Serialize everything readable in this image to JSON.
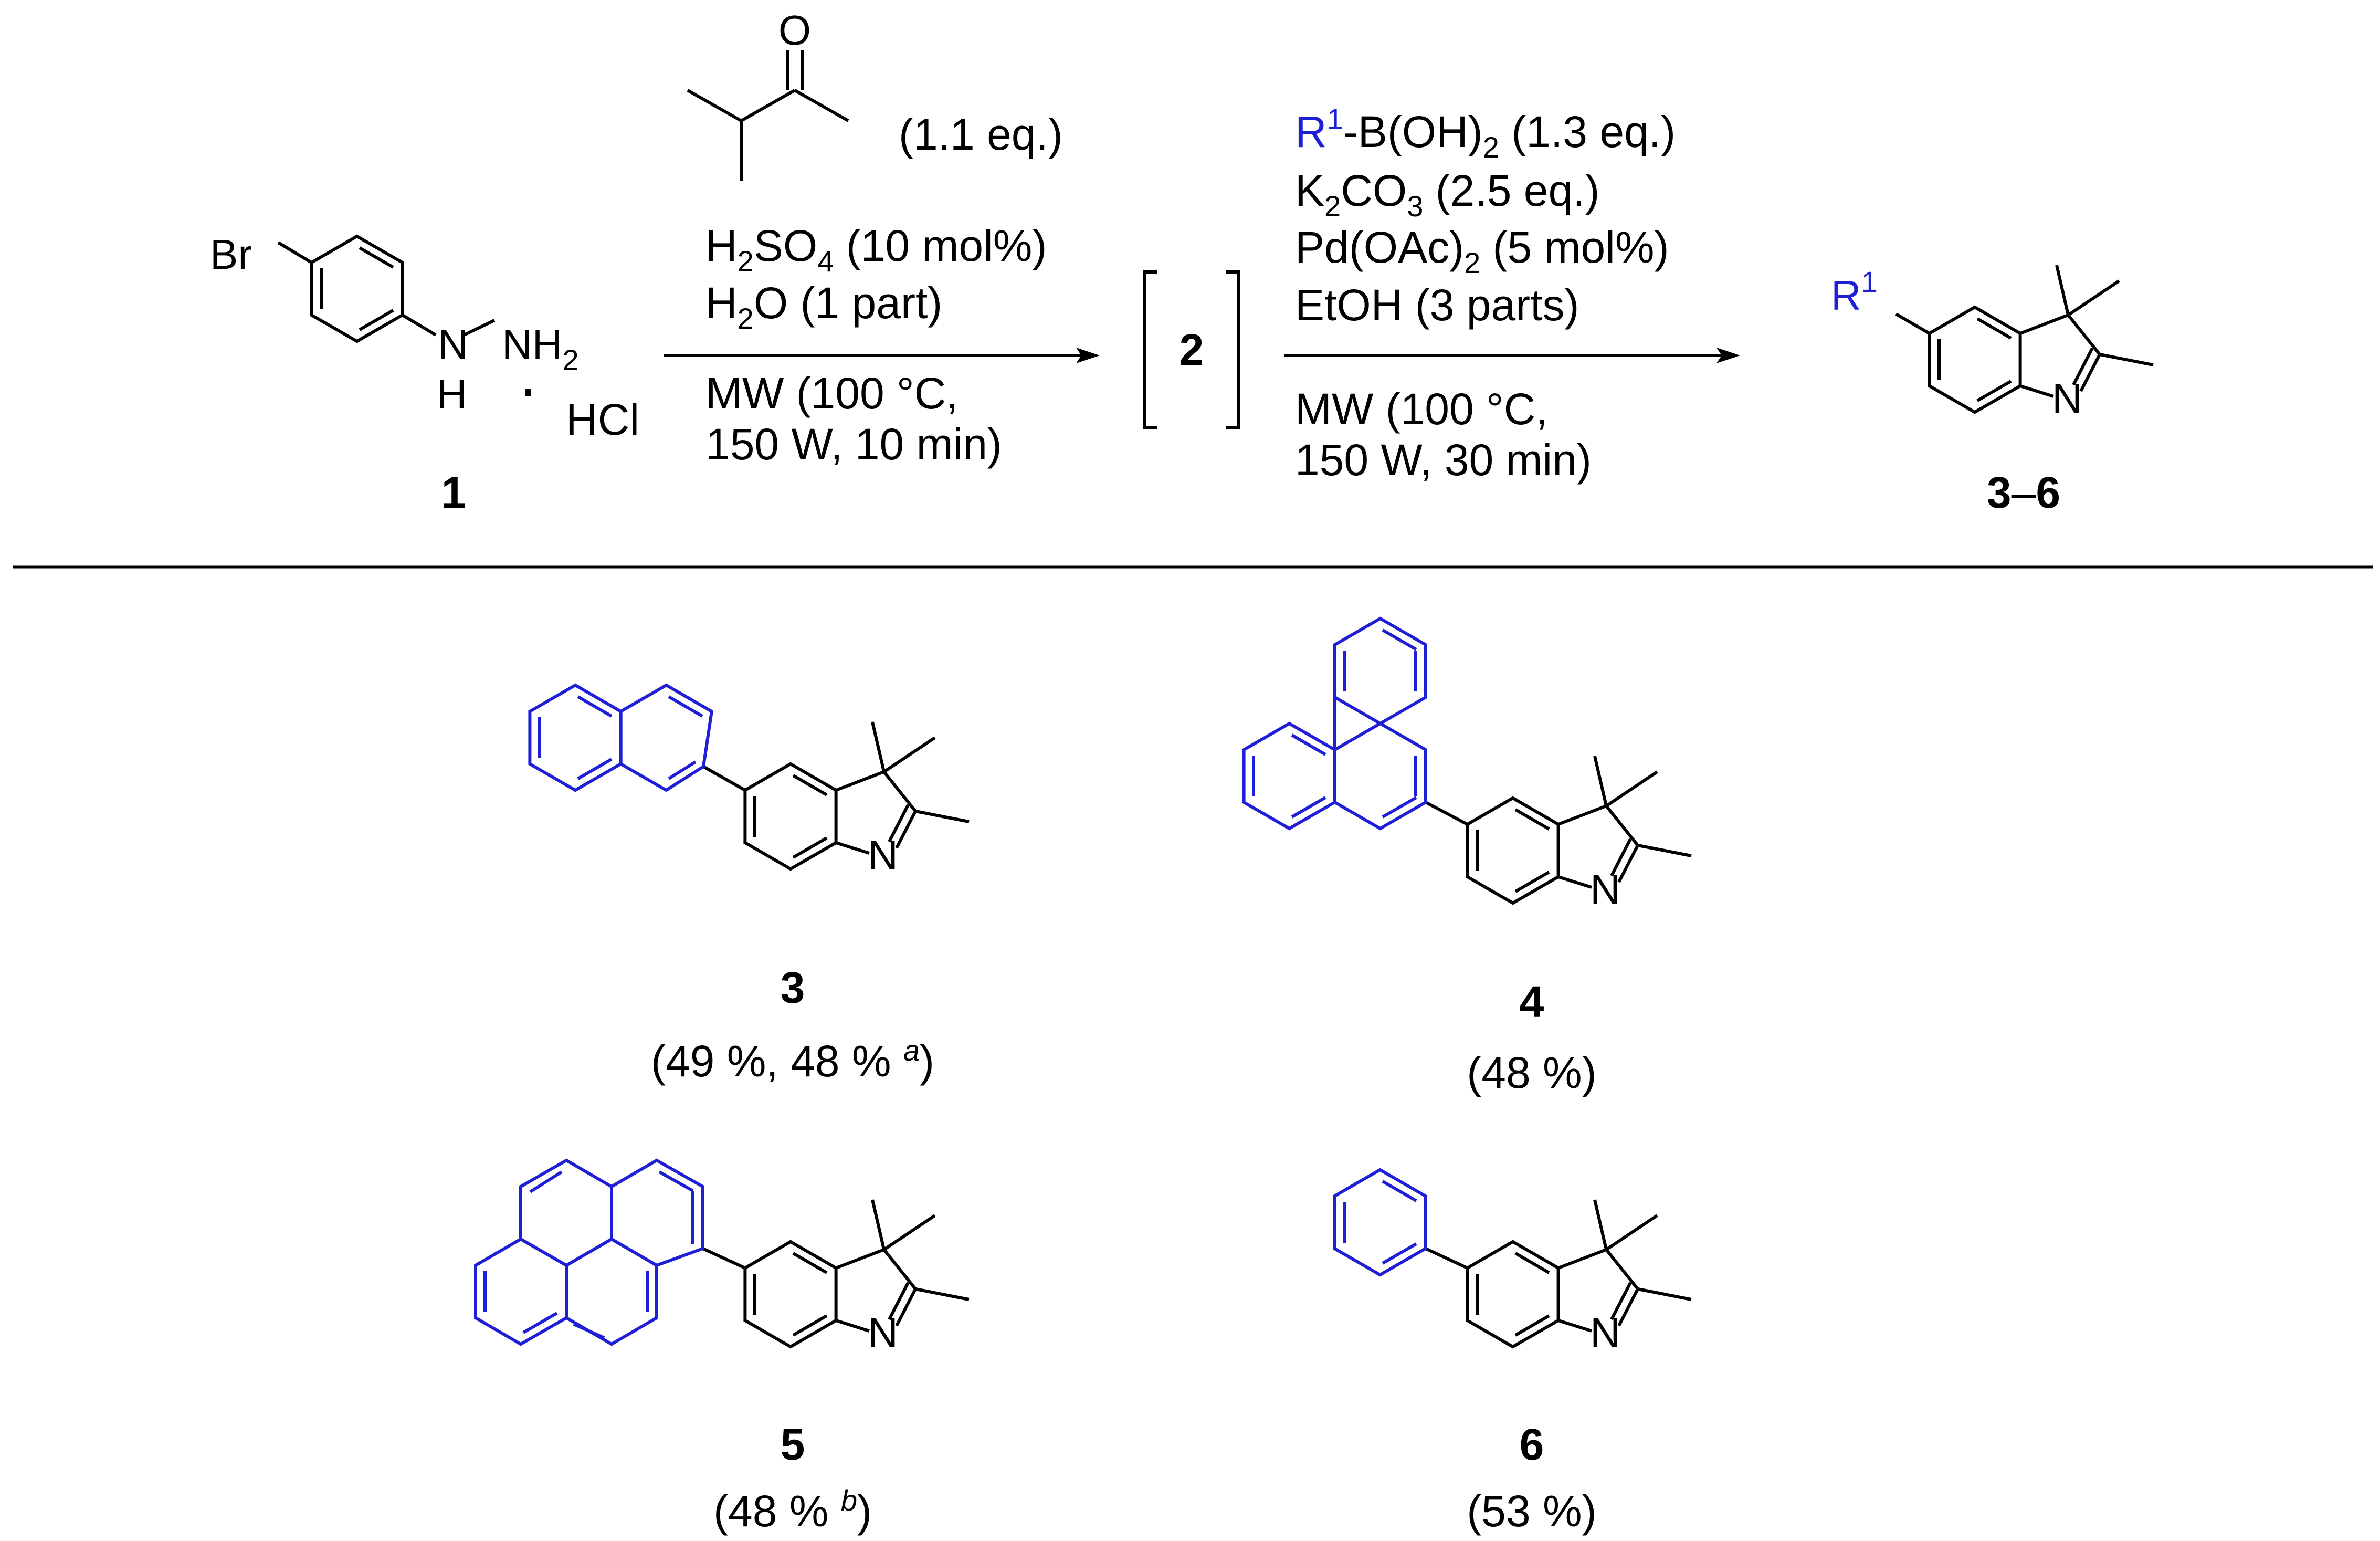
{
  "reaction": {
    "start": {
      "label": "1",
      "substituent": "Br",
      "hydrazine_h": "H",
      "hydrazine_nh2": "NH",
      "nh2_sub": "2",
      "salt_dot": "·",
      "salt": "HCl"
    },
    "ketone_eq": "(1.1 eq.)",
    "step1": {
      "acid": {
        "a": "H",
        "b": "2",
        "c": "SO",
        "d": "4",
        "e": " (10 mol%)"
      },
      "water": {
        "a": "H",
        "b": "2",
        "c": "O (1 part)"
      },
      "mw1": "MW (100 °C,",
      "mw2": "150 W, 10 min)"
    },
    "intermediate": "2",
    "step2": {
      "boronic": {
        "r": "R",
        "r_sup": "1",
        "a": "-B(OH)",
        "b": "2",
        "c": " (1.3 eq.)"
      },
      "base": {
        "a": "K",
        "b": "2",
        "c": "CO",
        "d": "3",
        "e": " (2.5 eq.)"
      },
      "catalyst": {
        "a": "Pd(OAc)",
        "b": "2",
        "c": " (5 mol%)"
      },
      "solvent": "EtOH (3 parts)",
      "mw1": "MW (100 °C,",
      "mw2": "150 W, 30 min)"
    },
    "product": {
      "r": "R",
      "r_sup": "1",
      "n": "N",
      "label_a": "3",
      "label_dash": "–",
      "label_b": "6"
    }
  },
  "products": [
    {
      "label": "3",
      "yield_a": "(49 %, 48 % ",
      "note": "a",
      "yield_b": ")"
    },
    {
      "label": "4",
      "yield_a": "(48 %)"
    },
    {
      "label": "5",
      "yield_a": "(48 % ",
      "note": "b",
      "yield_b": ")"
    },
    {
      "label": "6",
      "yield_a": "(53 %)"
    }
  ],
  "atom_n": "N",
  "colors": {
    "substituent": "#1f1fd6",
    "bonds": "#000000"
  }
}
